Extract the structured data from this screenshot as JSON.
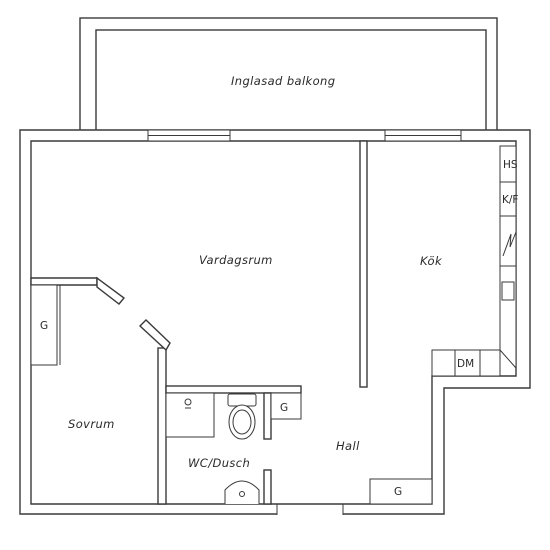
{
  "rooms": {
    "balcony": "Inglasad balkong",
    "living_room": "Vardagsrum",
    "kitchen": "Kök",
    "bedroom": "Sovrum",
    "bathroom": "WC/Dusch",
    "hall": "Hall"
  },
  "fixtures": {
    "hs": "HS",
    "kf": "K/F",
    "dm": "DM",
    "wardrobe_bedroom": "G",
    "wardrobe_bath": "G",
    "wardrobe_hall": "G"
  },
  "colors": {
    "lines": "#3a3a3a",
    "background": "#ffffff"
  }
}
